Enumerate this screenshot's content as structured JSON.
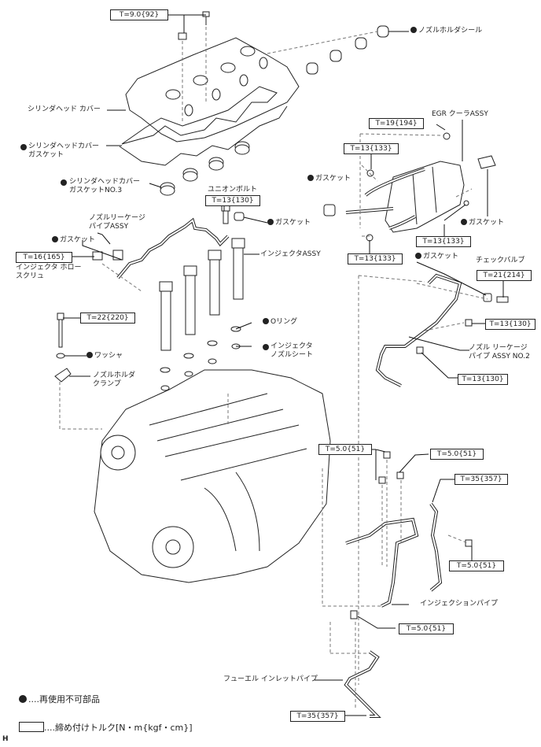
{
  "diagram": {
    "labels": {
      "nozzle_holder_seal": "ノズルホルダシール",
      "cylinder_head_cover": "シリンダヘッド カバー",
      "cylinder_head_cover_gasket": "シリンダヘッドカバー\nガスケット",
      "cylinder_head_cover_gasket_no3": "シリンダヘッドカバー\nガスケットNO.3",
      "union_bolt": "ユニオンボルト",
      "gasket_union": "ガスケット",
      "nozzle_leakage_pipe_assy": "ノズルリーケージ\nパイプASSY",
      "gasket_left": "ガスケット",
      "injector_hollow_screw": "インジェクタ ホロー\nスクリュ",
      "injector_assy": "インジェクタASSY",
      "o_ring": "Oリング",
      "injector_nozzle_seat": "インジェクタ\nノズルシート",
      "washer": "ワッシャ",
      "nozzle_holder_clamp": "ノズルホルダ\nクランプ",
      "egr_cooler_assy": "EGR クーラASSY",
      "gasket_egr_left": "ガスケット",
      "gasket_egr_right": "ガスケット",
      "gasket_check": "ガスケット",
      "check_valve": "チェックバルブ",
      "nozzle_leakage_pipe_no2": "ノズル リーケージ\nパイプ ASSY NO.2",
      "injection_pipe": "インジェクションパイプ",
      "fuel_inlet_pipe": "フューエル インレットパイプ"
    },
    "torques": {
      "head_cover_bolt": "T=9.0{92}",
      "union_bolt": "T=13{130}",
      "hollow_screw": "T=16{165}",
      "clamp_bolt": "T=22{220}",
      "egr_bolt_top": "T=19{194}",
      "egr_nut_left_top": "T=13{133}",
      "egr_bolt_right": "T=13{133}",
      "egr_nut_left_bottom": "T=13{133}",
      "check_valve": "T=21{214}",
      "leak_pipe_bolt_1": "T=13{130}",
      "leak_pipe_bolt_2": "T=13{130}",
      "inj_clamp_bolt_1": "T=5.0{51}",
      "inj_clamp_bolt_2": "T=5.0{51}",
      "inj_pipe_nut": "T=35{357}",
      "inj_bracket_bolt": "T=5.0{51}",
      "inlet_clamp_bolt": "T=5.0{51}",
      "inlet_pipe_nut": "T=35{357}"
    },
    "legend": {
      "non_reusable": "....再使用不可部品",
      "torque": "....締め付けトルク[N・m{kgf・cm}]"
    },
    "corner_mark": "H"
  }
}
